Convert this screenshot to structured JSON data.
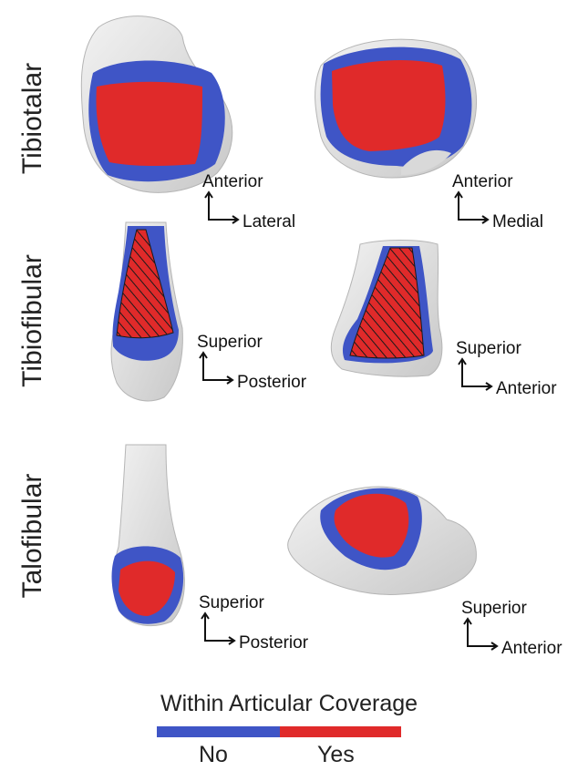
{
  "rows": [
    {
      "label": "Tibiotalar",
      "left_axes": {
        "up": "Anterior",
        "side": "Lateral"
      },
      "right_axes": {
        "up": "Anterior",
        "side": "Medial"
      }
    },
    {
      "label": "Tibiofibular",
      "left_axes": {
        "up": "Superior",
        "side": "Posterior"
      },
      "right_axes": {
        "up": "Superior",
        "side": "Anterior"
      }
    },
    {
      "label": "Talofibular",
      "left_axes": {
        "up": "Superior",
        "side": "Posterior"
      },
      "right_axes": {
        "up": "Superior",
        "side": "Anterior"
      }
    }
  ],
  "legend": {
    "title": "Within Articular Coverage",
    "no_label": "No",
    "yes_label": "Yes"
  },
  "colors": {
    "bone": "#e6e6e6",
    "bone_shadow": "#b9b9b9",
    "not_covered": "#3f55c6",
    "covered": "#e02a2a",
    "hatch": "#1a1a1a"
  }
}
